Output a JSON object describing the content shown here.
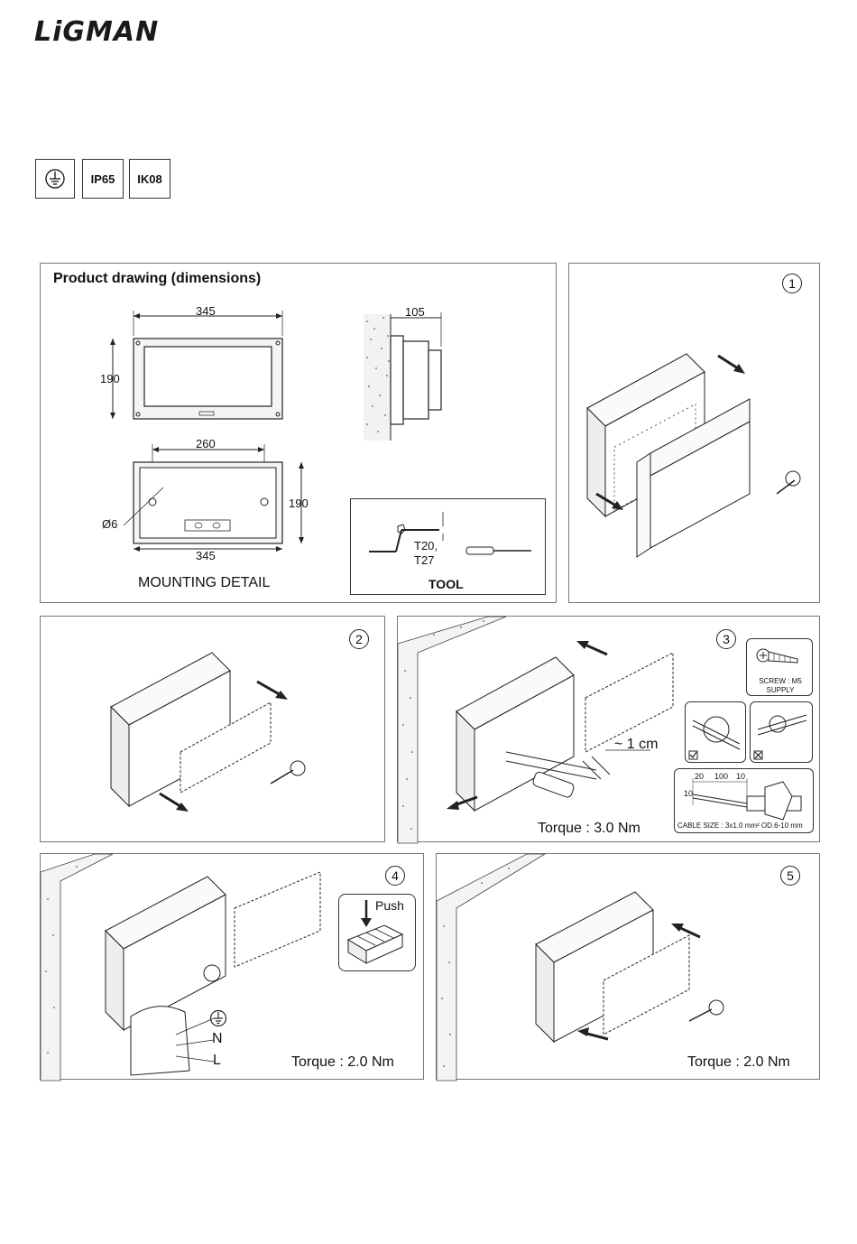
{
  "brand": {
    "logo_text": "LiGMAN"
  },
  "certifications": [
    {
      "icon": "earth-ground-icon"
    },
    {
      "label": "IP65"
    },
    {
      "label": "IK08"
    }
  ],
  "product_drawing": {
    "title": "Product drawing (dimensions)",
    "front_width": "345",
    "front_height": "190",
    "side_depth": "105",
    "mount_hole_spacing": "260",
    "mount_height": "190",
    "hole_diameter": "Ø6",
    "mount_width": "345",
    "mounting_label": "MOUNTING DETAIL",
    "tool": {
      "sizes_line1": "T20,",
      "sizes_line2": "T27",
      "label": "TOOL"
    }
  },
  "steps": [
    {
      "number": "1"
    },
    {
      "number": "2"
    },
    {
      "number": "3",
      "strip_length": "~ 1 cm",
      "torque": "Torque : 3.0 Nm",
      "screw_line1": "SCREW : M5",
      "screw_line2": "SUPPLY",
      "cable_dims": [
        "20",
        "100",
        "10",
        "10"
      ],
      "cable_size": "CABLE SIZE : 3x1.0 mm² OD.6-10 mm"
    },
    {
      "number": "4",
      "push_label": "Push",
      "terminal_n": "N",
      "terminal_l": "L",
      "torque": "Torque : 2.0 Nm"
    },
    {
      "number": "5",
      "torque": "Torque : 2.0 Nm"
    }
  ]
}
